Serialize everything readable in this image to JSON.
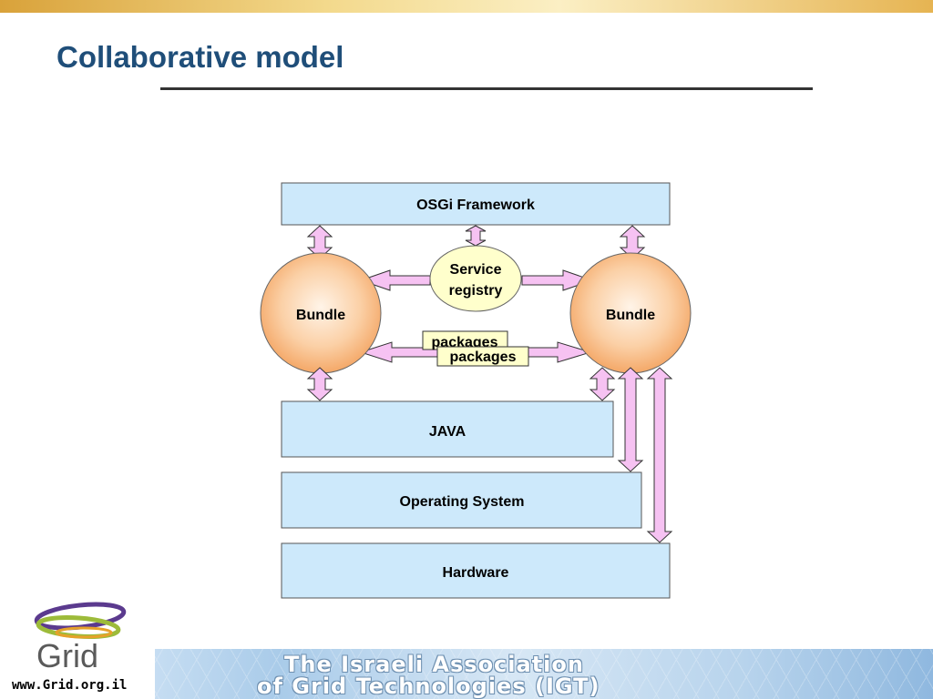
{
  "slide": {
    "title": "Collaborative model"
  },
  "diagram": {
    "framework_label": "OSGi Framework",
    "bundle_left_label": "Bundle",
    "bundle_right_label": "Bundle",
    "service_registry_line1": "Service",
    "service_registry_line2": "registry",
    "packages_back_label": "packages",
    "packages_front_label": "packages",
    "java_label": "JAVA",
    "os_label": "Operating System",
    "hardware_label": "Hardware"
  },
  "colors": {
    "title": "#1f4e79",
    "box_fill": "#cde9fb",
    "bundle_fill": "#f9c08a",
    "registry_fill": "#ffffcc",
    "arrow_fill": "#f6c2f2"
  },
  "footer": {
    "line1": "The Israeli Association",
    "line2": "of Grid Technologies (IGT)",
    "logo_word": "Grid",
    "url": "www.Grid.org.il"
  }
}
